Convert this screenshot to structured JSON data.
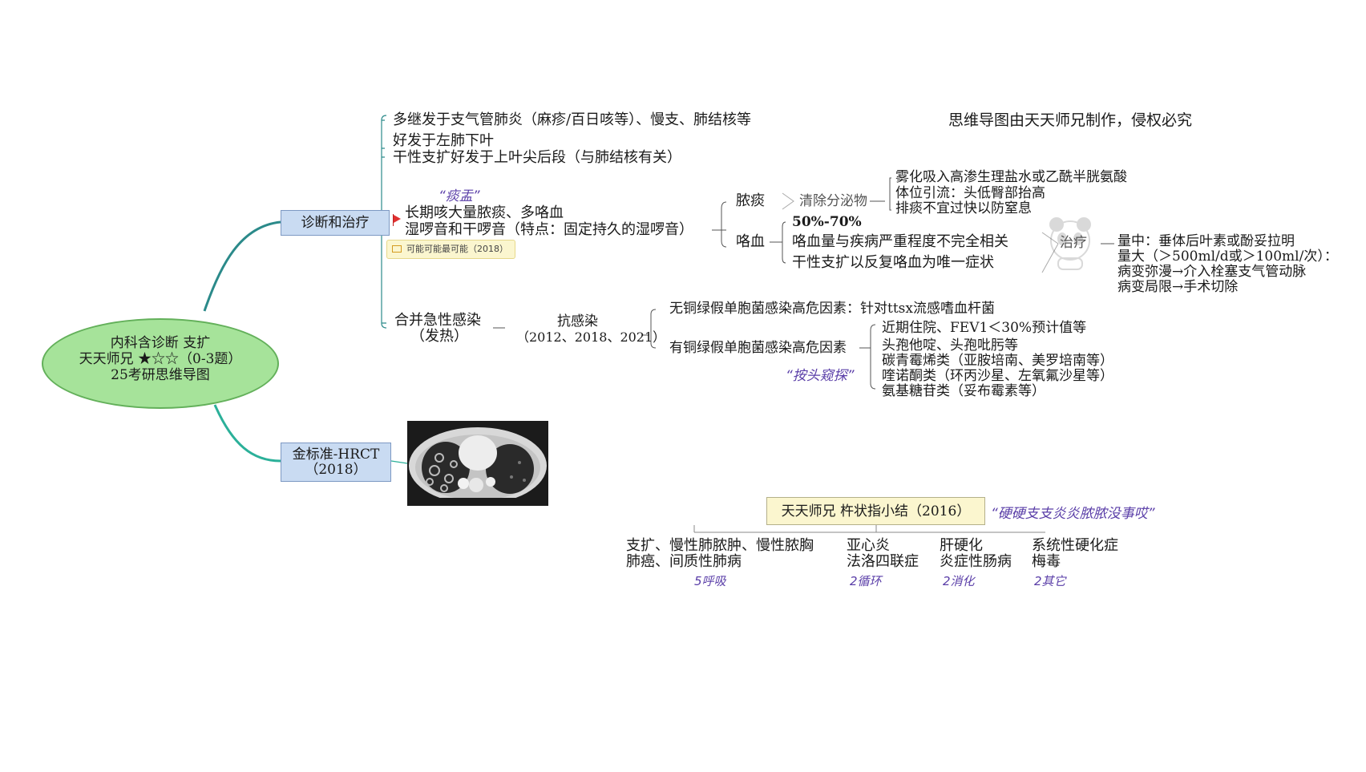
{
  "root": {
    "line1": "内科含诊断 支扩",
    "line2": "天天师兄 ★☆☆（0-3题）",
    "line3": "25考研思维导图"
  },
  "watermark": "思维导图由天天师兄制作，侵权必究",
  "branch_diag": {
    "label": "诊断和治疗",
    "items": {
      "cause": "多继发于支气管肺炎（麻疹/百日咳等）、慢支、肺结核等",
      "site_left": "好发于左肺下叶",
      "site_dry": "干性支扩好发于上叶尖后段（与肺结核有关）",
      "note_phlegm": "“痰盂”",
      "symptom1": "长期咳大量脓痰、多咯血",
      "symptom2": "湿啰音和干啰音（特点：固定持久的湿啰音）",
      "tag": "可能可能最可能（2018）",
      "pus": {
        "label": "脓痰",
        "action": "清除分泌物",
        "methods": [
          "雾化吸入高渗生理盐水或乙酰半胱氨酸",
          "体位引流：头低臀部抬高",
          "排痰不宜过快以防窒息"
        ]
      },
      "hemo": {
        "label": "咯血",
        "facts": [
          "50%-70%",
          "咯血量与疾病严重程度不完全相关",
          "干性支扩以反复咯血为唯一症状"
        ],
        "treat_label": "治疗",
        "treat": [
          "量中：垂体后叶素或酚妥拉明",
          "量大（＞500ml/d或＞100ml/次）：",
          "病变弥漫→介入栓塞支气管动脉",
          "病变局限→手术切除"
        ]
      },
      "infect": {
        "label1": "合并急性感染",
        "label2": "（发热）",
        "anti1": "抗感染",
        "anti2": "（2012、2018、2021）",
        "no_pa": "无铜绿假单胞菌感染高危因素：针对ttsx流感嗜血杆菌",
        "pa": "有铜绿假单胞菌感染高危因素",
        "pa_items": [
          "近期住院、FEV1＜30%预计值等",
          "头孢他啶、头孢吡肟等",
          "碳青霉烯类（亚胺培南、美罗培南等）",
          "喹诺酮类（环丙沙星、左氧氟沙星等）",
          "氨基糖苷类（妥布霉素等）"
        ],
        "note": "“按头窥探”"
      }
    }
  },
  "branch_gold": {
    "line1": "金标准-HRCT",
    "line2": "（2018）"
  },
  "summary": {
    "title": "天天师兄 杵状指小结（2016）",
    "note": "“硬硬支支炎炎脓脓没事哎”",
    "groups": [
      {
        "line1": "支扩、慢性肺脓肿、慢性脓胸",
        "line2": "肺癌、间质性肺病",
        "note": "5呼吸"
      },
      {
        "line1": "亚心炎",
        "line2": "法洛四联症",
        "note": "2循环"
      },
      {
        "line1": "肝硬化",
        "line2": "炎症性肠病",
        "note": "2消化"
      },
      {
        "line1": "系统性硬化症",
        "line2": "梅毒",
        "note": "2其它"
      }
    ]
  },
  "colors": {
    "root_fill": "#a6e39a",
    "branch_fill": "#c9dbf2",
    "connector": "#2b8a8a",
    "tag_fill": "#fbf6cf",
    "note": "#5a3ea8"
  }
}
